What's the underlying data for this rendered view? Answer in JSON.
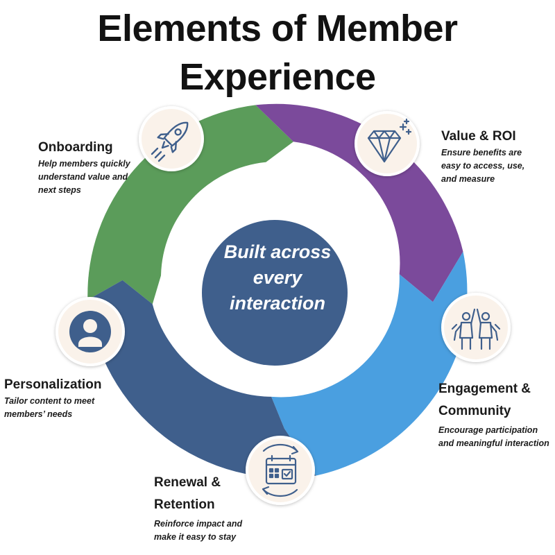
{
  "title": {
    "line1": "Elements of Member",
    "line2": "Experience"
  },
  "center": {
    "text": "Built across every interaction",
    "color": "#3f5f8c"
  },
  "segments": [
    {
      "name": "Onboarding",
      "title": "Onboarding",
      "description": "Help members quickly understand value and next steps",
      "color": "#5b9c5a",
      "icon": "rocket-icon"
    },
    {
      "name": "Value & ROI",
      "title": "Value & ROI",
      "description": "Ensure benefits are easy to access, use, and measure",
      "color": "#7b4a9b",
      "icon": "diamond-icon"
    },
    {
      "name": "Engagement & Community",
      "title": "Engagement & Community",
      "description": "Encourage participation and meaningful interaction",
      "color": "#4a9fe0",
      "icon": "community-icon"
    },
    {
      "name": "Renewal & Retention",
      "title": "Renewal & Retention",
      "description": "Reinforce impact and make it easy to stay",
      "color": "#3f5f8c",
      "icon": "calendar-cycle-icon"
    },
    {
      "name": "Personalization",
      "title": "Personalization",
      "description": "Tailor content to meet members’ needs",
      "color": "#3f5f8c",
      "icon": "person-icon"
    }
  ],
  "colors": {
    "ring_green": "#5b9c5a",
    "ring_purple": "#7b4a9b",
    "ring_blue": "#4a9fe0",
    "ring_navy": "#3f5f8c",
    "icon_circle": "#faf2ea",
    "icon_stroke": "#3f5f8c"
  }
}
